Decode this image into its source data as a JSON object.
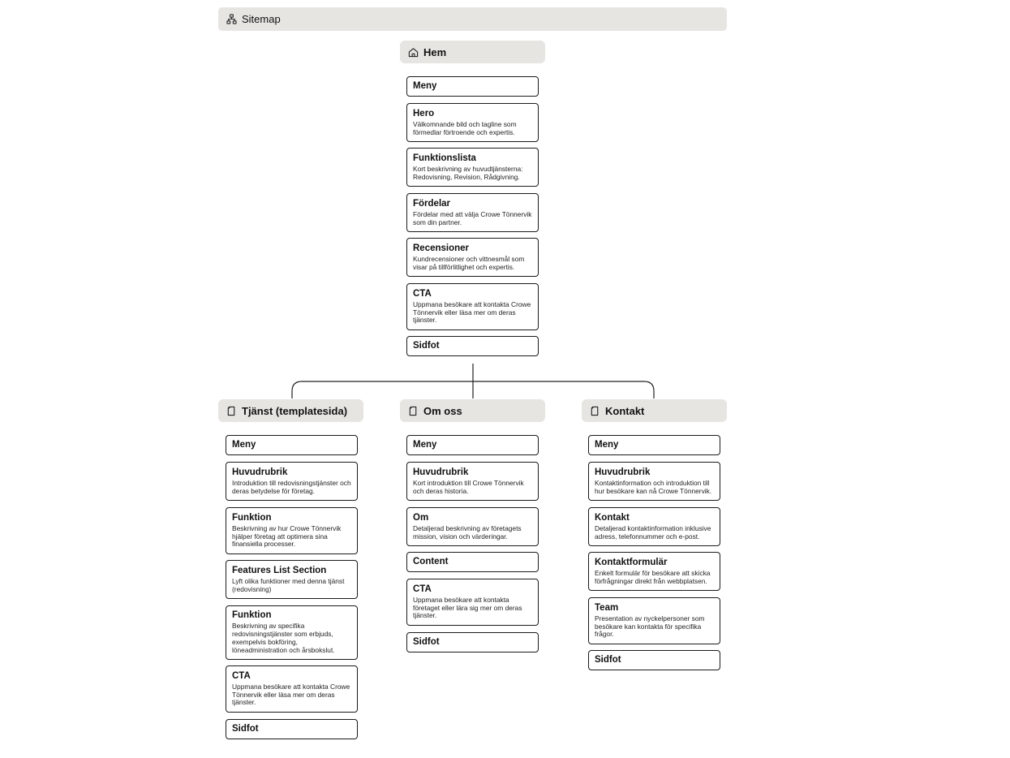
{
  "header": {
    "title": "Sitemap",
    "icon": "sitemap-icon"
  },
  "pages": {
    "hem": {
      "title": "Hem",
      "icon": "home-icon",
      "sections": [
        {
          "title": "Meny",
          "desc": ""
        },
        {
          "title": "Hero",
          "desc": "Välkomnande bild och tagline som förmedlar förtroende och expertis."
        },
        {
          "title": "Funktionslista",
          "desc": "Kort beskrivning av huvudtjänsterna: Redovisning, Revision, Rådgivning."
        },
        {
          "title": "Fördelar",
          "desc": "Fördelar med att välja Crowe Tönnervik som din partner."
        },
        {
          "title": "Recensioner",
          "desc": "Kundrecensioner och vittnesmål som visar på tillförlitlighet och expertis."
        },
        {
          "title": "CTA",
          "desc": "Uppmana besökare att kontakta Crowe Tönnervik eller läsa mer om deras tjänster."
        },
        {
          "title": "Sidfot",
          "desc": ""
        }
      ]
    },
    "tjanst": {
      "title": "Tjänst (templatesida)",
      "icon": "page-icon",
      "sections": [
        {
          "title": "Meny",
          "desc": ""
        },
        {
          "title": "Huvudrubrik",
          "desc": "Introduktion till redovisningstjänster och deras betydelse för företag."
        },
        {
          "title": "Funktion",
          "desc": "Beskrivning av hur Crowe Tönnervik hjälper företag att optimera sina finansiella processer."
        },
        {
          "title": "Features List Section",
          "desc": "Lyft olika funktioner med denna tjänst (redovisning)"
        },
        {
          "title": "Funktion",
          "desc": "Beskrivning av specifika redovisningstjänster som erbjuds, exempelvis bokföring, löneadministration och årsbokslut."
        },
        {
          "title": "CTA",
          "desc": "Uppmana besökare att kontakta Crowe Tönnervik eller läsa mer om deras tjänster."
        },
        {
          "title": "Sidfot",
          "desc": ""
        }
      ]
    },
    "omoss": {
      "title": "Om oss",
      "icon": "page-icon",
      "sections": [
        {
          "title": "Meny",
          "desc": ""
        },
        {
          "title": "Huvudrubrik",
          "desc": "Kort introduktion till Crowe Tönnervik och deras historia."
        },
        {
          "title": "Om",
          "desc": "Detaljerad beskrivning av företagets mission, vision och värderingar."
        },
        {
          "title": "Content",
          "desc": ""
        },
        {
          "title": "CTA",
          "desc": "Uppmana besökare att kontakta företaget eller lära sig mer om deras tjänster."
        },
        {
          "title": "Sidfot",
          "desc": ""
        }
      ]
    },
    "kontakt": {
      "title": "Kontakt",
      "icon": "page-icon",
      "sections": [
        {
          "title": "Meny",
          "desc": ""
        },
        {
          "title": "Huvudrubrik",
          "desc": "Kontaktinformation och introduktion till hur besökare kan nå Crowe Tönnervik."
        },
        {
          "title": "Kontakt",
          "desc": "Detaljerad kontaktinformation inklusive adress, telefonnummer och e-post."
        },
        {
          "title": "Kontaktformulär",
          "desc": "Enkelt formulär för besökare att skicka förfrågningar direkt från webbplatsen."
        },
        {
          "title": "Team",
          "desc": "Presentation av nyckelpersoner som besökare kan kontakta för specifika frågor."
        },
        {
          "title": "Sidfot",
          "desc": ""
        }
      ]
    }
  }
}
